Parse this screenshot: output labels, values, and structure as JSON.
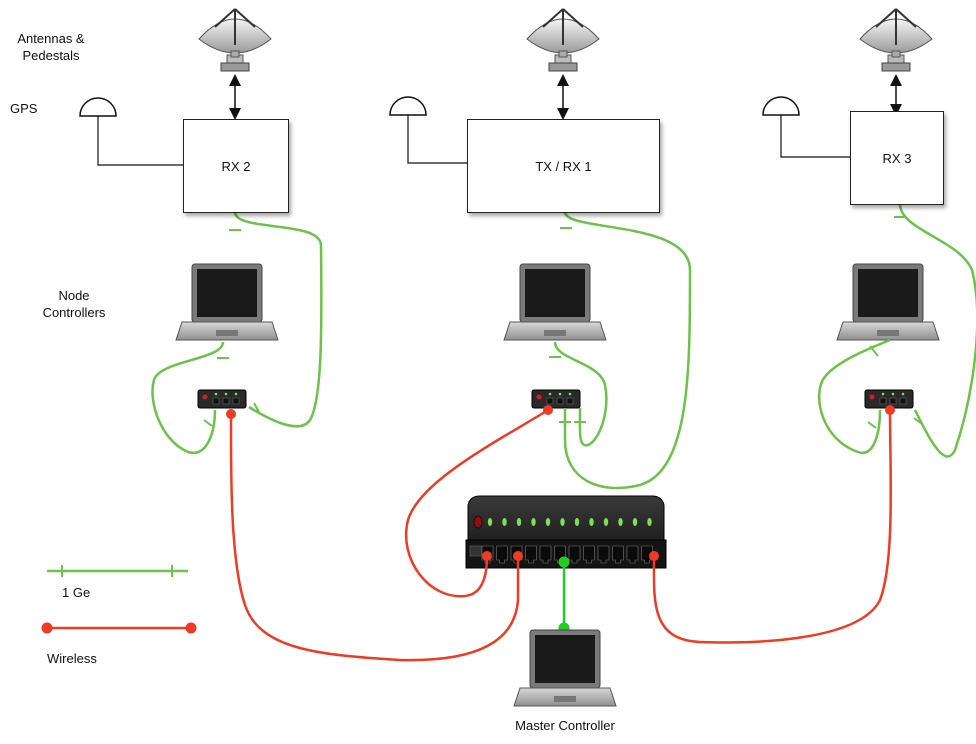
{
  "legend": {
    "antennas_line1": "Antennas &",
    "antennas_line2": "Pedestals",
    "gps": "GPS",
    "node_line1": "Node",
    "node_line2": "Controllers",
    "ge": "1 Ge",
    "wireless": "Wireless"
  },
  "nodes": {
    "rx2": "RX 2",
    "txrx1": "TX / RX 1",
    "rx3": "RX 3"
  },
  "master": "Master Controller",
  "colors": {
    "ethernet": "#6cc24a",
    "wireless": "#ee3b24",
    "switch_led": "#7ee05a",
    "switch_body": "#1e1e1e"
  }
}
